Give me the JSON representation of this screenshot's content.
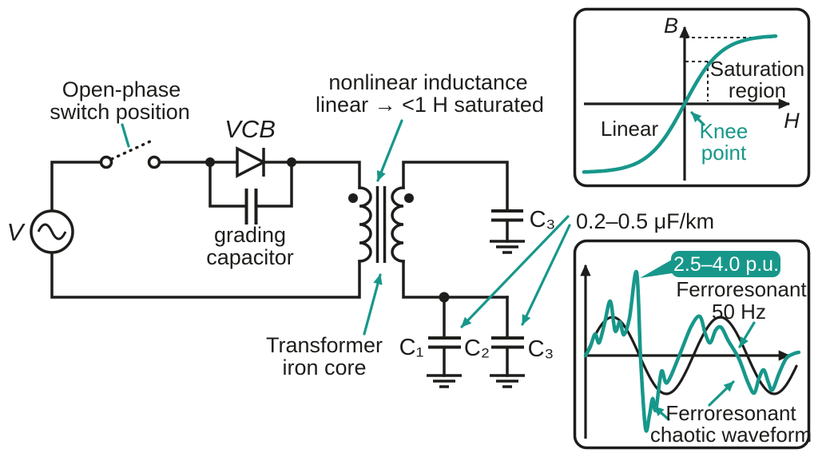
{
  "colors": {
    "teal": "#17978A",
    "ink": "#1d1d1b",
    "background": "#ffffff"
  },
  "circuit": {
    "source_label": "V",
    "open_phase_label_1": "Open-phase",
    "open_phase_label_2": "switch position",
    "breaker_label": "VCB",
    "grading_label_1": "grading",
    "grading_label_2": "capacitor",
    "inductance_label_1": "nonlinear inductance",
    "inductance_label_2": "linear → <1 H saturated",
    "core_label_1": "Transformer",
    "core_label_2": "iron core",
    "cap_top_label": "C₃",
    "cap_bottom_labels": [
      "C₁",
      "C₂",
      "C₃"
    ],
    "cable_capacitance_label": "0.2–0.5 μF/km"
  },
  "bh_inset": {
    "y_axis_label": "B",
    "x_axis_label": "H",
    "saturation_label_1": "Saturation",
    "saturation_label_2": "region",
    "linear_label": "Linear",
    "knee_label_1": "Knee",
    "knee_label_2": "point"
  },
  "waveform_inset": {
    "peak_callout": "2.5–4.0 p.u.",
    "fundamental_label_1": "Ferroresonant",
    "fundamental_label_2": "50 Hz",
    "chaotic_label_1": "Ferroresonant",
    "chaotic_label_2": "chaotic waveform"
  },
  "chart_data": [
    {
      "type": "line",
      "id": "bh_curve",
      "title": "B–H magnetization curve",
      "xlabel": "H",
      "ylabel": "B",
      "annotations": [
        "Saturation region",
        "Linear",
        "Knee point"
      ],
      "render": {
        "cx": 857,
        "cy": 130,
        "amp": 86,
        "k": 46,
        "x_min": 731,
        "x_max": 972,
        "step": 3
      }
    },
    {
      "type": "line",
      "id": "waveforms",
      "title": "Ferroresonant overvoltage waveforms",
      "annotations": [
        "2.5–4.0 p.u."
      ],
      "series": [
        {
          "name": "Ferroresonant 50 Hz",
          "shape": "sine",
          "render": {
            "x_min": 733,
            "x_max": 997,
            "cy": 445,
            "amp": 48,
            "period": 135,
            "step": 2
          }
        },
        {
          "name": "Ferroresonant chaotic waveform",
          "shape": "points",
          "points": [
            [
              733,
              445
            ],
            [
              739,
              434
            ],
            [
              745,
              418
            ],
            [
              750,
              429
            ],
            [
              757,
              404
            ],
            [
              764,
              377
            ],
            [
              770,
              414
            ],
            [
              776,
              403
            ],
            [
              781,
              419
            ],
            [
              788,
              398
            ],
            [
              797,
              341
            ],
            [
              802,
              450
            ],
            [
              808,
              536
            ],
            [
              813,
              520
            ],
            [
              817,
              499
            ],
            [
              821,
              513
            ],
            [
              828,
              465
            ],
            [
              835,
              479
            ],
            [
              850,
              446
            ],
            [
              865,
              409
            ],
            [
              876,
              396
            ],
            [
              883,
              418
            ],
            [
              889,
              429
            ],
            [
              896,
              413
            ],
            [
              903,
              410
            ],
            [
              912,
              427
            ],
            [
              925,
              449
            ],
            [
              936,
              478
            ],
            [
              944,
              492
            ],
            [
              950,
              474
            ],
            [
              956,
              463
            ],
            [
              962,
              479
            ],
            [
              967,
              488
            ],
            [
              975,
              468
            ],
            [
              984,
              449
            ],
            [
              993,
              443
            ],
            [
              1000,
              441
            ]
          ]
        }
      ]
    }
  ]
}
